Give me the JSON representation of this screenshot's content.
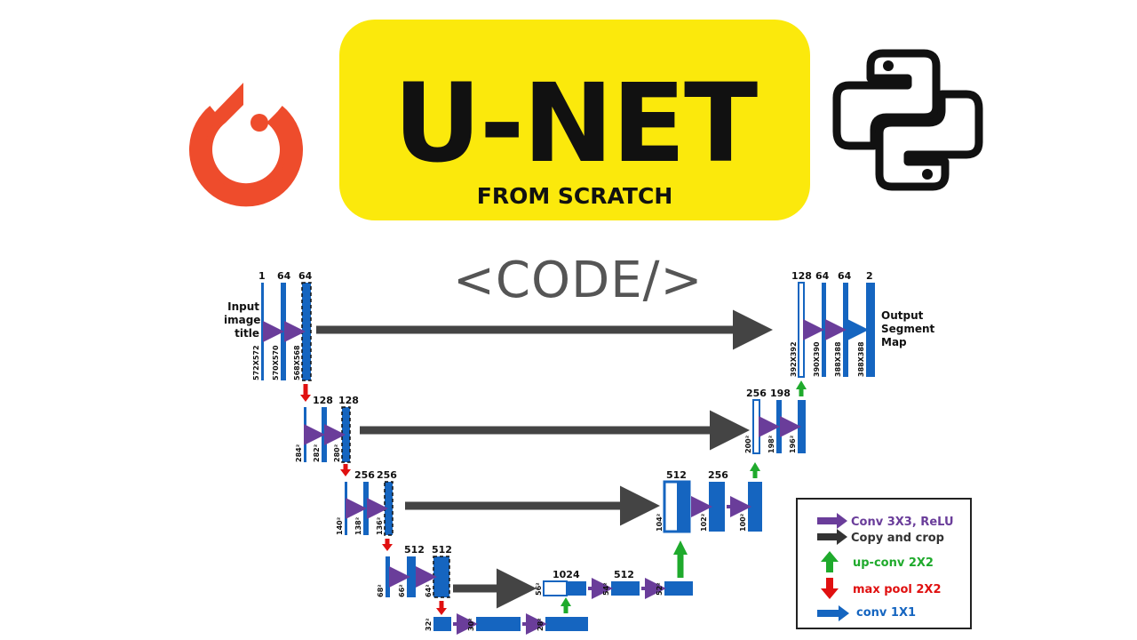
{
  "title": {
    "main": "U-NET",
    "subtitle": "FROM SCRATCH"
  },
  "code_tag": "<CODE/>",
  "logos": {
    "left": "pytorch-logo",
    "right": "python-logo"
  },
  "colors": {
    "title_box": "#fbe90c",
    "pytorch": "#ee4c2c",
    "block": "#1565c0",
    "conv": "#6a3d9a",
    "copy": "#444444",
    "upconv": "#1faa2c",
    "maxpool": "#e01010",
    "conv1x1": "#1565c0"
  },
  "diagram": {
    "input_label": "Input image title",
    "output_label": "Output Segment Map",
    "channels": [
      "1",
      "64",
      "64",
      "128",
      "128",
      "256",
      "256",
      "512",
      "512",
      "1024",
      "512",
      "512",
      "256",
      "256",
      "198",
      "128",
      "64",
      "64",
      "2"
    ],
    "sizes": [
      "572X572",
      "570X570",
      "568X568",
      "284²",
      "282²",
      "280²",
      "140²",
      "138²",
      "136²",
      "68²",
      "66²",
      "64²",
      "32²",
      "30²",
      "28²",
      "56²",
      "54²",
      "52²",
      "104²",
      "102²",
      "100²",
      "200²",
      "198²",
      "196²",
      "392X392",
      "390X390",
      "388X388",
      "388X388"
    ]
  },
  "legend": [
    {
      "label": "Conv 3X3, ReLU",
      "color": "#6a3d9a"
    },
    {
      "label": "Copy and crop",
      "color": "#333333"
    },
    {
      "label": "up-conv 2X2",
      "color": "#1faa2c"
    },
    {
      "label": "max pool 2X2",
      "color": "#e01010"
    },
    {
      "label": "conv 1X1",
      "color": "#1565c0"
    }
  ]
}
